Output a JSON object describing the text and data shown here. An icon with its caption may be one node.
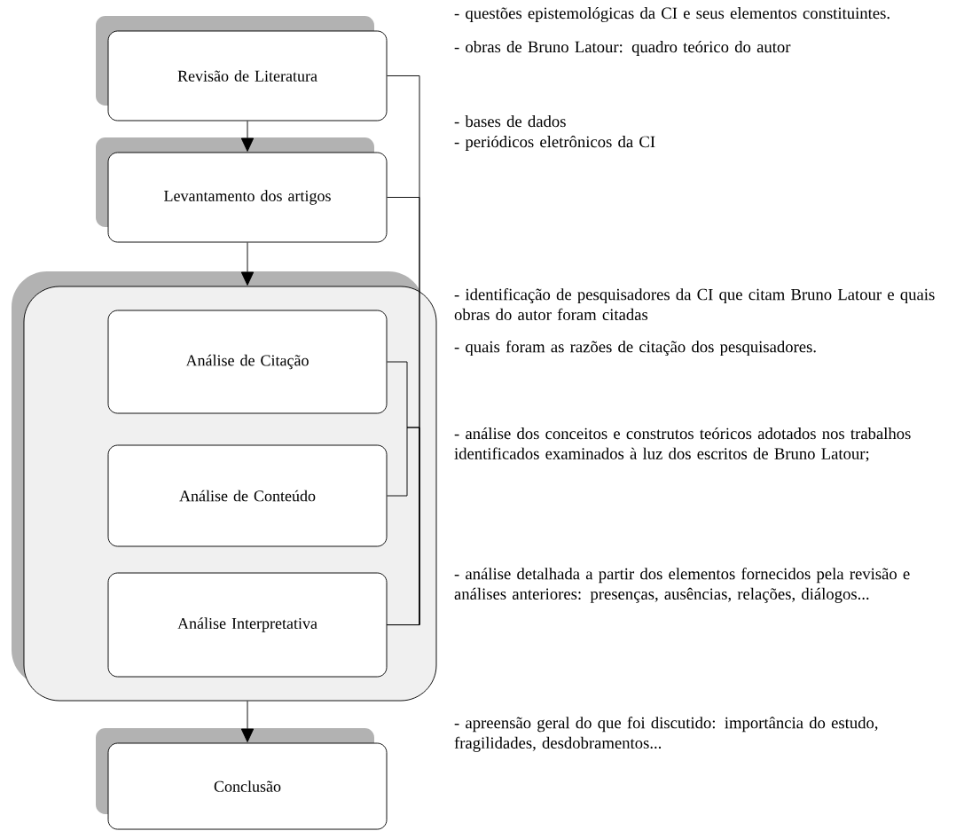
{
  "diagram": {
    "nodes": [
      {
        "text": [
          "Revisão de Literatura"
        ],
        "beside": [
          "- questões epistemológicas da CI e seus elementos constituintes.",
          "- obras de Bruno Latour: quadro teórico do autor"
        ]
      },
      {
        "text": [
          "Levantamento dos artigos"
        ],
        "beside": [
          "- bases de dados",
          "- periódicos eletrônicos da CI"
        ]
      },
      {
        "text": [],
        "shape": "box"
      },
      {
        "text": [
          "Análise de Citação"
        ],
        "in": 2,
        "beside": [
          "- identificação de pesquisadores da CI que citam Bruno Latour e quais obras do autor foram citadas",
          "- quais foram as razões de citação dos pesquisadores."
        ]
      },
      {
        "text": [
          "Análise de Conteúdo"
        ],
        "in": 2
      },
      {
        "text": [
          "Análise Interpretativa"
        ],
        "in": 2
      },
      {
        "text": [
          "Conclusão"
        ]
      }
    ],
    "labels": [
      "- análise dos conceitos e construtos teóricos adotados nos trabalhos identificados examinados à luz dos escritos de Bruno Latour;",
      "- análise detalhada a partir dos elementos fornecidos pela revisão e análises anteriores: presenças, ausências, relações, diálogos...",
      "- apreensão geral do que foi discutido: importância do estudo, fragilidades, desdobramentos..."
    ],
    "edges": [
      {
        "from": 0,
        "to": 1,
        "arrow": "to"
      },
      {
        "from": 1,
        "to": 2,
        "arrow": "to"
      },
      {
        "from": 2,
        "to": 6,
        "arrow": "to"
      },
      {
        "from": 0,
        "to": 5,
        "arrow": "none"
      },
      {
        "from": 1,
        "to": 5,
        "arrow": "none"
      },
      {
        "from": 3,
        "to": 5,
        "arrow": "none"
      },
      {
        "from": 4,
        "to": 5,
        "arrow": "none"
      }
    ]
  }
}
